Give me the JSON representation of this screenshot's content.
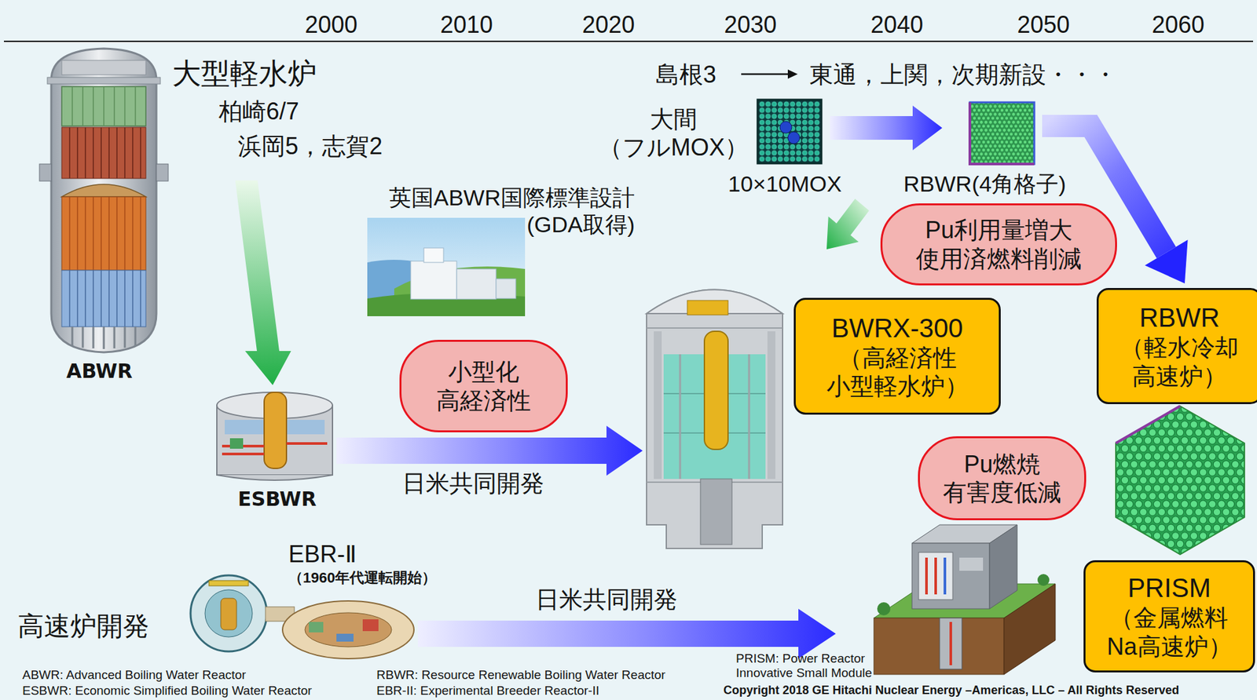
{
  "diagram": {
    "nodes": [
      {
        "text": [
          "Pu利用量増大 使用済燃料削減"
        ]
      },
      {
        "text": [
          "RBWR",
          "（軽水冷却 高速炉）"
        ]
      },
      {
        "text": [
          "BWRX-300",
          "（高経済性 小型軽水炉）"
        ]
      },
      {
        "text": [
          "小型化 高経済性"
        ]
      },
      {
        "text": [
          "Pu燃焼 有害度低減"
        ]
      },
      {
        "text": [
          "PRISM",
          "（金属燃料 Na高速炉）"
        ]
      }
    ],
    "labels": [
      "2000",
      "2010",
      "2020",
      "2030",
      "2040",
      "2050",
      "2060",
      "大型軽水炉",
      "島根3",
      "東通，上関，次期新設・・・",
      "柏崎6/7",
      "大間 （フルMOX）",
      "浜岡5，志賀2",
      "10×10MOX",
      "RBWR(4角格子)",
      "英国ABWR国際標準設計 (GDA取得)",
      "ABWR",
      "ESBWR",
      "日米共同開発",
      "EBR-Ⅱ",
      "（1960年代運転開始）",
      "日米共同開発",
      "高速炉開発",
      "PRISM: Power Reactor Innovative Small Module",
      "ABWR: Advanced Boiling Water Reactor",
      "RBWR: Resource Renewable Boiling Water Reactor",
      "ESBWR: Economic Simplified Boiling Water Reactor",
      "EBR-II: Experimental Breeder Reactor-II",
      "Copyright 2018 GE Hitachi Nuclear Energy –Americas, LLC – All Rights Reserved"
    ]
  }
}
